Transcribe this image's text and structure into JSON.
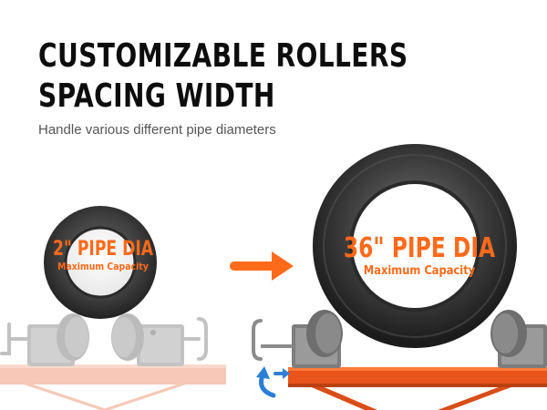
{
  "headline": {
    "line1": "CUSTOMIZABLE ROLLERS",
    "line2": "SPACING WIDTH"
  },
  "subtitle": "Handle various different pipe diameters",
  "small_pipe": {
    "size_label": "2\" PIPE DIA",
    "capacity_label": "Maximum Capacity"
  },
  "large_pipe": {
    "size_label": "36\" PIPE DIA",
    "capacity_label": "Maximum Capacity"
  },
  "icons": [
    "right-arrow-icon",
    "adjust-rotate-icon",
    "t-handle-icon"
  ],
  "colors": {
    "accent_orange": "#ff6a1a",
    "stand_orange": "#e8541a",
    "stand_faded": "#f2a28a",
    "pipe_dark": "#3a3a3a",
    "roller_gray": "#8c8c8c",
    "adjust_blue": "#2c7fd6"
  }
}
